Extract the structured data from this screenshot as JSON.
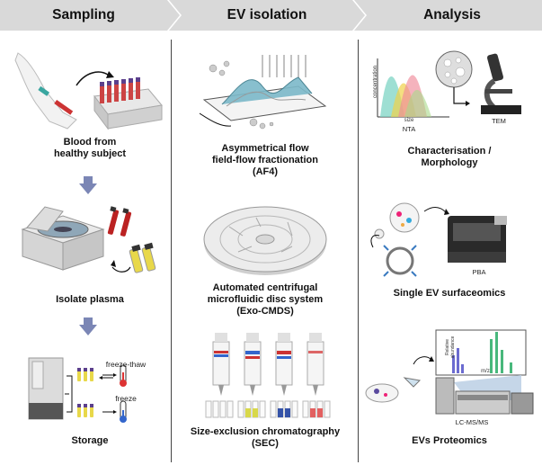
{
  "colors": {
    "header_bg": "#d9d9d9",
    "divider": "#444444",
    "arrow": "#7b86b5"
  },
  "headers": [
    "Sampling",
    "EV isolation",
    "Analysis"
  ],
  "sampling": {
    "blood": "Blood from\nhealthy subject",
    "plasma": "Isolate plasma",
    "storage": "Storage",
    "freeze_thaw": "freeze-thaw",
    "freeze": "freeze"
  },
  "isolation": {
    "af4": "Asymmetrical flow\nfield-flow fractionation\n(AF4)",
    "exo": "Automated centrifugal\nmicrofluidic disc system\n(Exo-CMDS)",
    "sec": "Size-exclusion chromatography\n(SEC)"
  },
  "analysis": {
    "char": "Characterisation /\nMorphology",
    "nta": "NTA",
    "tem": "TEM",
    "axis_size": "size",
    "axis_conc": "concentration",
    "surface": "Single EV surfaceomics",
    "pba": "PBA",
    "proteomics": "EVs Proteomics",
    "lcms": "LC-MS/MS",
    "mz": "m/z",
    "rel_abund": "Relative abundance"
  }
}
